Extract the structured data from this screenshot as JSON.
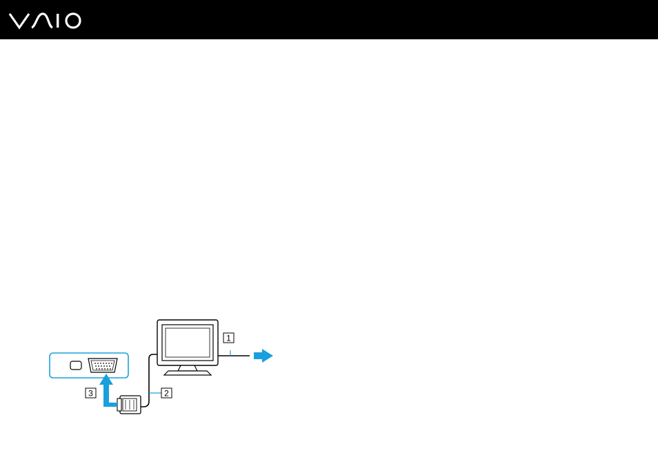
{
  "brand": {
    "logo_text": "VAIO",
    "header_color": "#000000"
  },
  "diagram": {
    "accent_color": "#1aa0dc",
    "callouts": [
      "1",
      "2",
      "3"
    ]
  }
}
